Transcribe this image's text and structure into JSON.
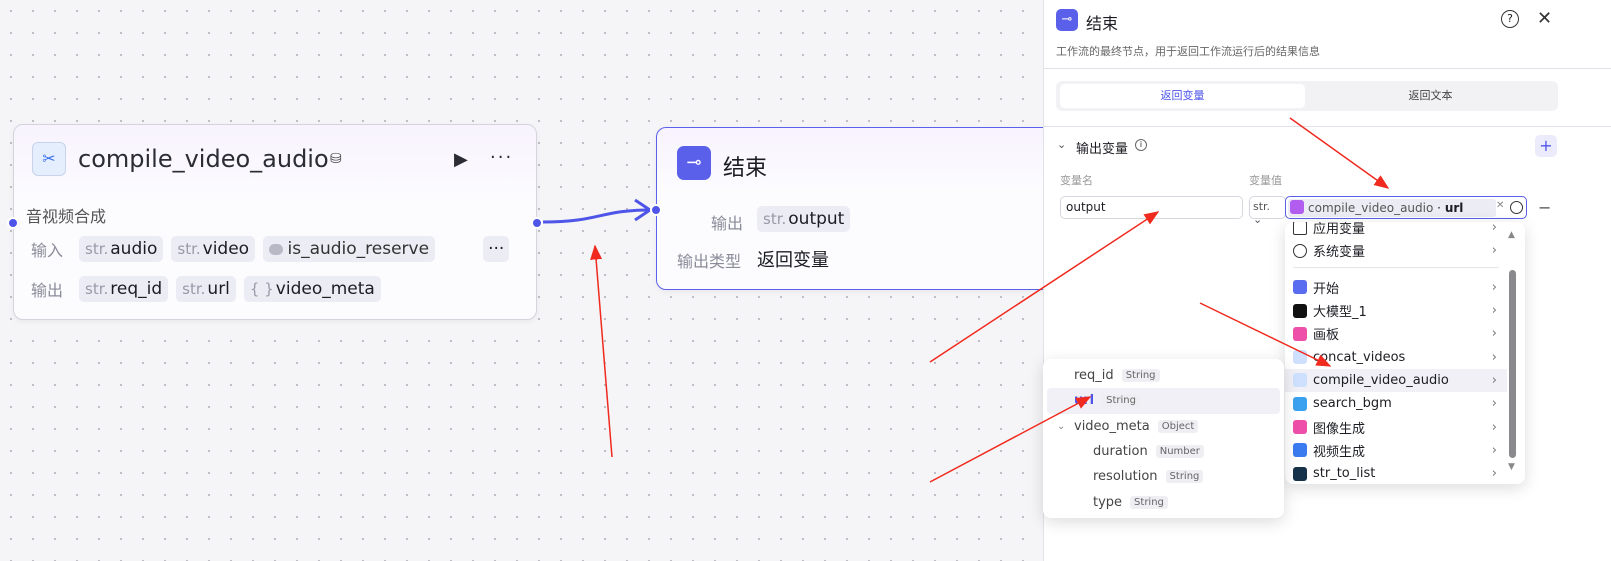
{
  "node1": {
    "title": "compile_video_audio",
    "desc": "音视频合成",
    "input_label": "输入",
    "output_label": "输出",
    "type_str": "str.",
    "inputs": [
      "audio",
      "video",
      "is_audio_reserve"
    ],
    "outputs": [
      {
        "type": "str.",
        "name": "req_id"
      },
      {
        "type": "str.",
        "name": "url"
      },
      {
        "type": "{ }",
        "name": "video_meta"
      }
    ],
    "more": "···"
  },
  "end_node": {
    "title": "结束",
    "output_label": "输出",
    "output_type": "str.",
    "output_name": "output",
    "return_type_label": "输出类型",
    "return_type": "返回变量"
  },
  "panel": {
    "title": "结束",
    "description": "工作流的最终节点，用于返回工作流运行后的结果信息",
    "tabs": [
      "返回变量",
      "返回文本"
    ],
    "section": "输出变量",
    "col_name": "变量名",
    "col_value": "变量值",
    "var_name": "output",
    "var_type": "str.",
    "ref_node": "compile_video_audio",
    "ref_sep": "·",
    "ref_field": "url",
    "accent": "#4e55e8"
  },
  "dropdown": {
    "items": [
      {
        "label": "应用变量",
        "color": "#fff"
      },
      {
        "label": "系统变量",
        "color": "#fff"
      },
      {
        "label": "开始",
        "color": "#5a6cf0"
      },
      {
        "label": "大模型_1",
        "color": "#111"
      },
      {
        "label": "画板",
        "color": "#ee4fa8"
      },
      {
        "label": "concat_videos",
        "color": "#cfe0ff"
      },
      {
        "label": "compile_video_audio",
        "color": "#cfe0ff"
      },
      {
        "label": "search_bgm",
        "color": "#3aa0f0"
      },
      {
        "label": "图像生成",
        "color": "#ee4fa8"
      },
      {
        "label": "视频生成",
        "color": "#3a7bf0"
      },
      {
        "label": "str_to_list",
        "color": "#16324a"
      }
    ]
  },
  "submenu": {
    "items": [
      {
        "name": "req_id",
        "type": "String"
      },
      {
        "name": "url",
        "type": "String"
      },
      {
        "name": "video_meta",
        "type": "Object"
      },
      {
        "name": "duration",
        "type": "Number"
      },
      {
        "name": "resolution",
        "type": "String"
      },
      {
        "name": "type",
        "type": "String"
      }
    ]
  }
}
